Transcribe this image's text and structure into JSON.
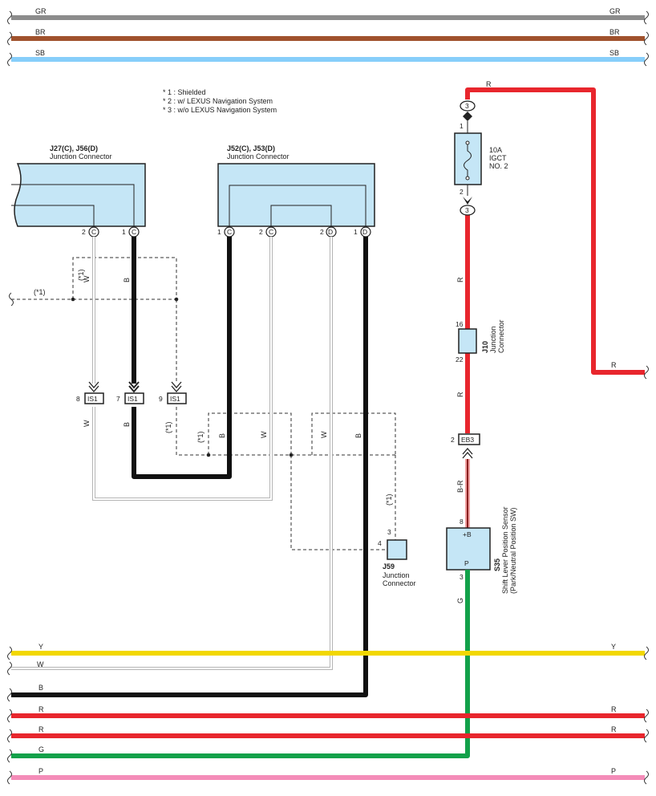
{
  "colors": {
    "GR": "#8c8c8c",
    "BR": "#a0522d",
    "SB": "#87cefa",
    "R": "#e8262d",
    "B": "#111111",
    "W": "#b5b5b5",
    "Y": "#f2d700",
    "G": "#12a14a",
    "P": "#f48cb8",
    "component_fill": "#c5e6f6",
    "wire_b_r_core": "#8a2020",
    "wire_b_r_edge": "#f0a0a0"
  },
  "top_buses": [
    {
      "label_left": "GR",
      "label_right": "GR",
      "color": "GR"
    },
    {
      "label_left": "BR",
      "label_right": "BR",
      "color": "BR"
    },
    {
      "label_left": "SB",
      "label_right": "SB",
      "color": "SB"
    }
  ],
  "bottom_buses": [
    {
      "label_left": "Y",
      "label_right": "Y",
      "color": "Y"
    },
    {
      "label_left": "W",
      "label_right": "",
      "color": "W"
    },
    {
      "label_left": "B",
      "label_right": "",
      "color": "B"
    },
    {
      "label_left": "R",
      "label_right": "R",
      "color": "R"
    },
    {
      "label_left": "R",
      "label_right": "R",
      "color": "R"
    },
    {
      "label_left": "G",
      "label_right": "",
      "color": "G"
    },
    {
      "label_left": "P",
      "label_right": "P",
      "color": "P"
    }
  ],
  "notes": [
    "* 1 : Shielded",
    "* 2 : w/ LEXUS Navigation System",
    "* 3 : w/o LEXUS Navigation System"
  ],
  "connector_left": {
    "title": "J27(C), J56(D)",
    "subtitle": "Junction Connector",
    "pins": [
      {
        "num": "2",
        "letter": "C"
      },
      {
        "num": "1",
        "letter": "C"
      }
    ]
  },
  "connector_right": {
    "title": "J52(C), J53(D)",
    "subtitle": "Junction Connector",
    "pins": [
      {
        "num": "1",
        "letter": "C"
      },
      {
        "num": "2",
        "letter": "C"
      },
      {
        "num": "2",
        "letter": "D"
      },
      {
        "num": "1",
        "letter": "D"
      }
    ]
  },
  "shield_labels": {
    "left_bus": "(*1)",
    "left_box": "(*1)",
    "is1_box": "(*1)",
    "mid_box": "(*1)",
    "j59_box": "(*1)"
  },
  "wire_labels": {
    "w": "W",
    "b": "B",
    "r": "R",
    "g": "G",
    "b_r": "B-R"
  },
  "is1_connectors": [
    {
      "pin": "8",
      "name": "IS1"
    },
    {
      "pin": "7",
      "name": "IS1"
    },
    {
      "pin": "9",
      "name": "IS1"
    }
  ],
  "j59": {
    "id": "J59",
    "name": "Junction\nConnector",
    "pin_top": "3",
    "pin_left": "4"
  },
  "fuse": {
    "connector": "3",
    "pin_top": "1",
    "pin_bottom": "2",
    "rating": "10A",
    "name_line1": "IGCT",
    "name_line2": "NO. 2"
  },
  "j10": {
    "id": "J10",
    "name_line1": "Junction",
    "name_line2": "Connector",
    "pin_top": "16",
    "pin_bottom": "22"
  },
  "eb3": {
    "pin": "2",
    "name": "EB3"
  },
  "s35": {
    "id": "S35",
    "name_line1": "Shift Lever Position Sensor",
    "name_line2": "(Park/Neutral Position SW)",
    "terminal_top": "+B",
    "terminal_bottom": "P",
    "pin_top": "8",
    "pin_bottom": "3"
  }
}
